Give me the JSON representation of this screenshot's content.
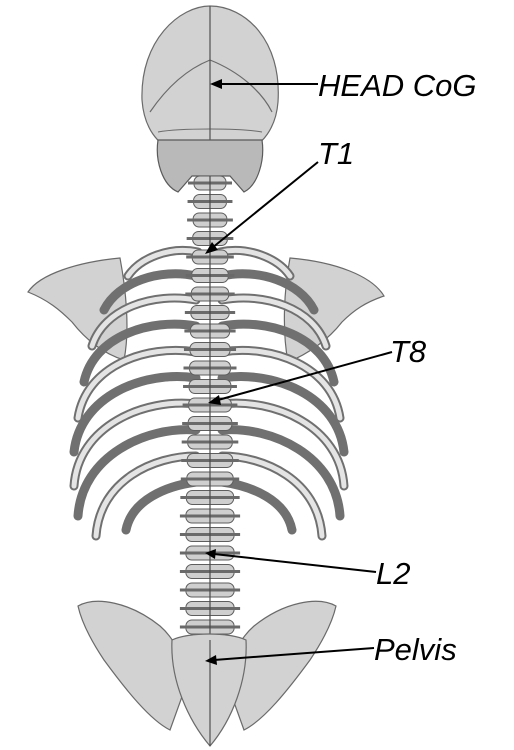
{
  "figure": {
    "labels": {
      "head_cog": "HEAD CoG",
      "t1": "T1",
      "t8": "T8",
      "l2": "L2",
      "pelvis": "Pelvis"
    }
  }
}
